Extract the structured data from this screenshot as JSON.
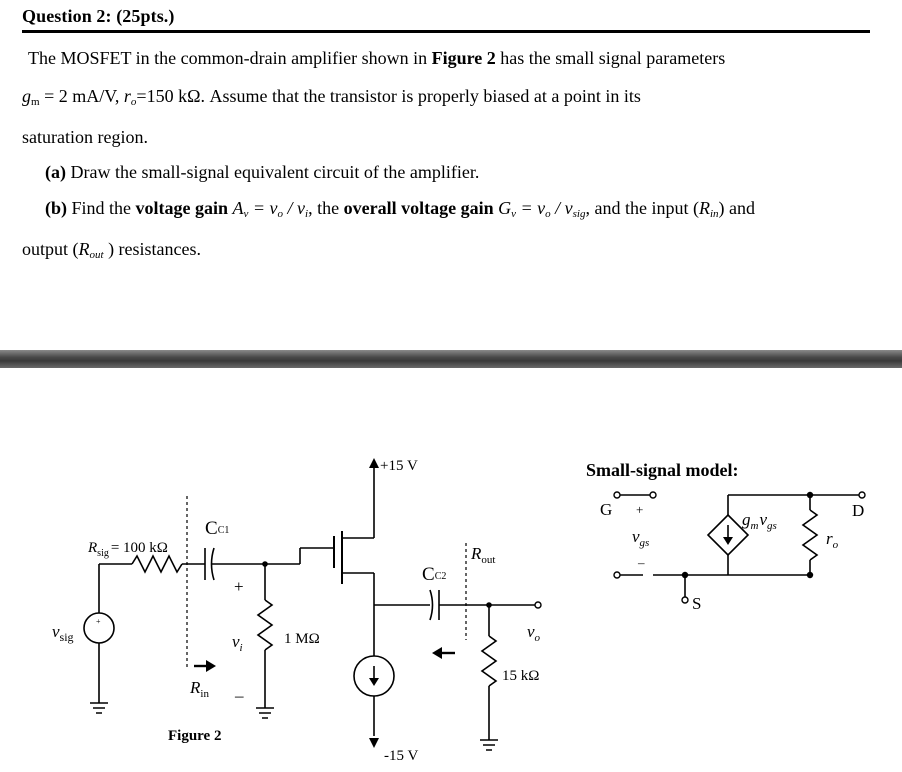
{
  "question": {
    "heading": "Question 2: (25pts.)",
    "l1": {
      "a": "The MOSFET in the common-drain amplifier shown in ",
      "fig": "Figure 2",
      "b": " has the small signal parameters"
    },
    "l2": {
      "gm": "g",
      "gm_sub": "m",
      "eq1": "= 2 mA/V,",
      "ro": "r",
      "ro_sub": "o",
      "eq2": "=150 kΩ. Assume that the transistor is properly biased at a point in its"
    },
    "l3": "saturation region.",
    "a": {
      "label": "(a)",
      "text": "Draw the small-signal equivalent circuit of the amplifier."
    },
    "b": {
      "label": "(b)",
      "t1": "Find the ",
      "vg": "voltage gain",
      "av": "A",
      "av_sub": "v",
      "eq_av": " = v",
      "o1": "o",
      "sl": " / v",
      "i1": "i",
      "t2": ", the ",
      "ovg": "overall voltage gain",
      "gv": "G",
      "gv_sub": "v",
      "eq_gv": " = v",
      "o2": "o",
      "sl2": " / v",
      "sig": "sig",
      "t3": ", and the input (",
      "rin": "R",
      "rin_sub": "in",
      "t4": ") and"
    },
    "l6": {
      "a": "output (",
      "rout": "R",
      "rout_sub": "out",
      "b": " ) resistances."
    }
  },
  "circuit": {
    "vdd": "+15 V",
    "vss": "-15 V",
    "rsig": "R",
    "rsig_sub": "sig",
    "rsig_val": "= 100 kΩ",
    "cc1": "C",
    "cc1_sub": "C1",
    "cc2": "C",
    "cc2_sub": "C2",
    "vsig": "v",
    "vsig_sub": "sig",
    "vi": "v",
    "vi_sub": "i",
    "plus": "+",
    "minus": "–",
    "r1": "1 MΩ",
    "rin": "R",
    "rin_sub": "in",
    "rout": "R",
    "rout_sub": "out",
    "vo": "v",
    "vo_sub": "o",
    "rl": "15 kΩ",
    "figure": "Figure 2"
  },
  "model": {
    "title": "Small-signal model:",
    "g": "G",
    "d": "D",
    "s": "S",
    "plus": "+",
    "minus": "–",
    "vgs": "v",
    "vgs_sub": "gs",
    "gm": "g",
    "gm_sub": "m",
    "gm_v": "v",
    "gm_v_sub": "gs",
    "ro": "r",
    "ro_sub": "o"
  }
}
